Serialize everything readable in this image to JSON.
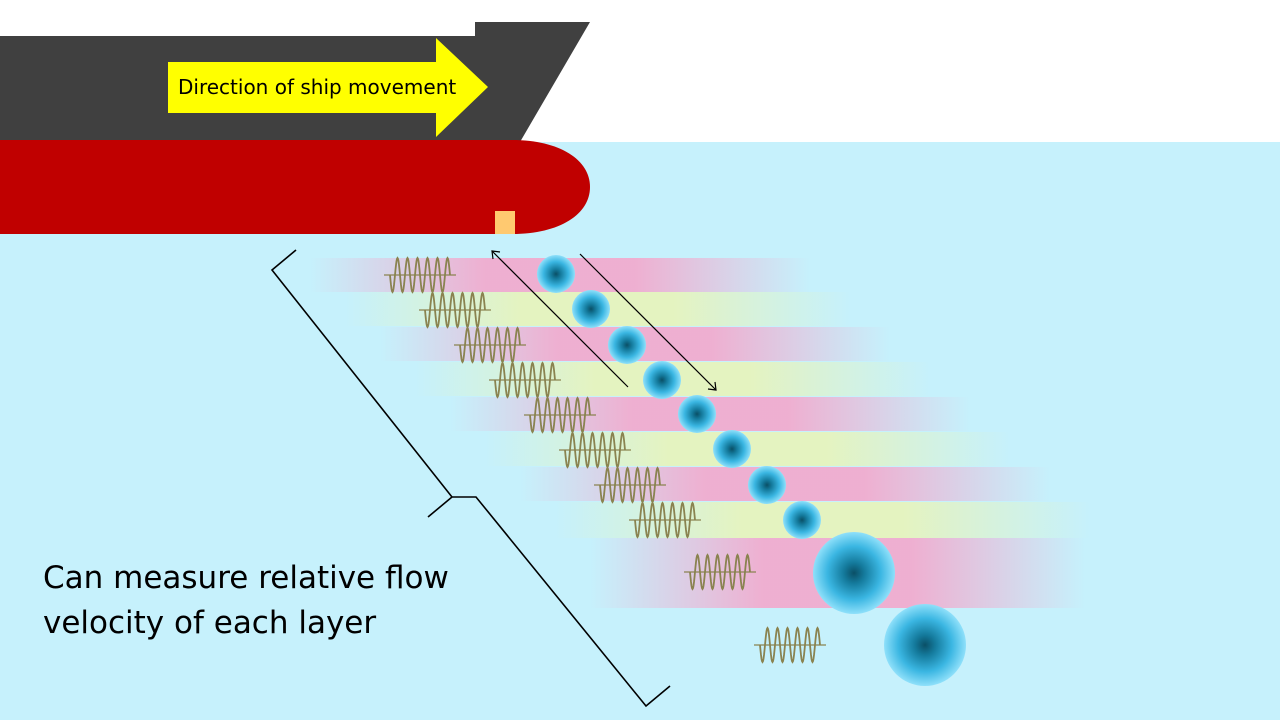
{
  "direction_label": "Direction of ship movement",
  "caption_lines": [
    "Can measure relative flow",
    "velocity of each layer"
  ],
  "colors": {
    "water": "#c6f1fc",
    "deck": "#404040",
    "hull": "#c00000",
    "arrow_fill": "#ffff00",
    "transducer": "#ffc970",
    "layer_pink": "#f3a8cc",
    "layer_green": "#e6f3bd",
    "wave": "#8a8350",
    "particle_edge": "#5ec8ee",
    "particle_core": "#0a4f66",
    "text": "#000000"
  },
  "icons": {
    "arrow": "direction-arrow-icon",
    "particle": "scattering-particle-icon",
    "wave": "acoustic-wave-icon",
    "bracket": "depth-bracket-icon"
  },
  "layers": [
    {
      "color": "pink"
    },
    {
      "color": "green"
    },
    {
      "color": "pink"
    },
    {
      "color": "green"
    },
    {
      "color": "pink"
    },
    {
      "color": "green"
    },
    {
      "color": "pink"
    },
    {
      "color": "green"
    },
    {
      "color": "pink"
    }
  ]
}
